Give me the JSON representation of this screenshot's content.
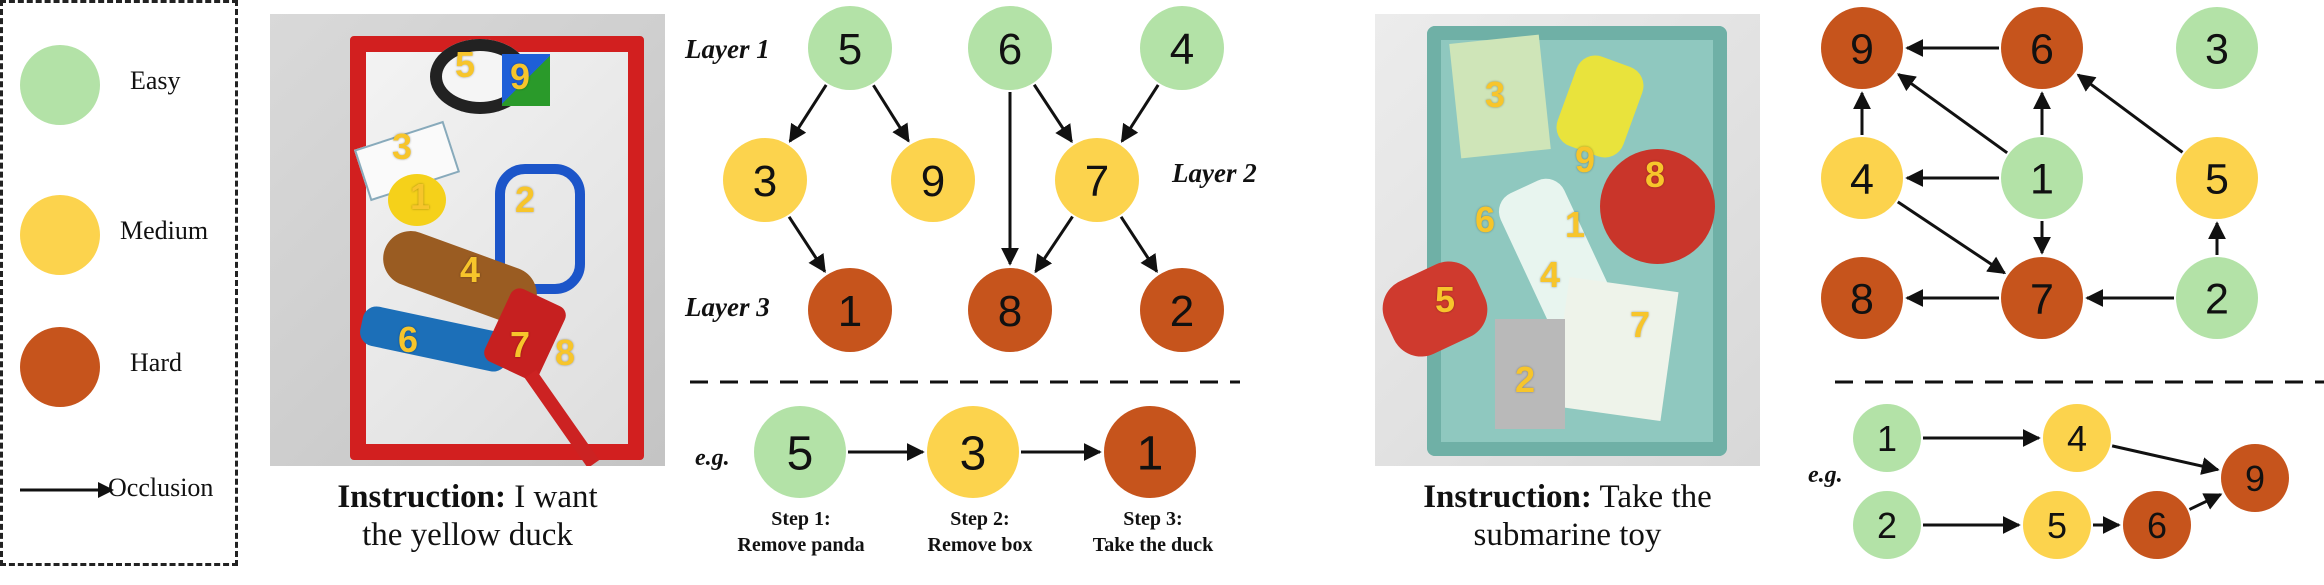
{
  "legend": {
    "items": [
      {
        "label": "Easy",
        "color": "#b3e2a7"
      },
      {
        "label": "Medium",
        "color": "#fcd34d"
      },
      {
        "label": "Hard",
        "color": "#c6541c"
      }
    ],
    "arrow_label": "Occlusion"
  },
  "colors": {
    "easy": "#b3e2a7",
    "medium": "#fcd34d",
    "hard": "#c6541c",
    "arrow": "#111111"
  },
  "left_example": {
    "photo_labels": [
      "5",
      "9",
      "3",
      "1",
      "2",
      "4",
      "6",
      "7",
      "8"
    ],
    "caption_bold": "Instruction:",
    "caption_line1": " I want",
    "caption_line2": "the yellow duck",
    "layers": [
      "Layer 1",
      "Layer 2",
      "Layer 3"
    ],
    "nodes": [
      {
        "id": "5",
        "level": "easy"
      },
      {
        "id": "6",
        "level": "easy"
      },
      {
        "id": "4",
        "level": "easy"
      },
      {
        "id": "3",
        "level": "medium"
      },
      {
        "id": "9",
        "level": "medium"
      },
      {
        "id": "7",
        "level": "medium"
      },
      {
        "id": "1",
        "level": "hard"
      },
      {
        "id": "8",
        "level": "hard"
      },
      {
        "id": "2",
        "level": "hard"
      }
    ],
    "edges": [
      [
        "5",
        "3"
      ],
      [
        "5",
        "9"
      ],
      [
        "6",
        "7"
      ],
      [
        "4",
        "7"
      ],
      [
        "6",
        "8"
      ],
      [
        "3",
        "1"
      ],
      [
        "7",
        "8"
      ],
      [
        "7",
        "2"
      ]
    ],
    "example_prefix": "e.g.",
    "sequence": [
      {
        "id": "5",
        "level": "easy",
        "step": "Step 1:",
        "action": "Remove panda"
      },
      {
        "id": "3",
        "level": "medium",
        "step": "Step 2:",
        "action": "Remove box"
      },
      {
        "id": "1",
        "level": "hard",
        "step": "Step 3:",
        "action": "Take the duck"
      }
    ]
  },
  "right_example": {
    "photo_labels": [
      "3",
      "9",
      "8",
      "6",
      "1",
      "4",
      "5",
      "7",
      "2"
    ],
    "caption_bold": "Instruction:",
    "caption_line1": " Take the",
    "caption_line2": "submarine toy",
    "nodes": [
      {
        "id": "9",
        "level": "hard"
      },
      {
        "id": "6",
        "level": "hard"
      },
      {
        "id": "3",
        "level": "easy"
      },
      {
        "id": "4",
        "level": "medium"
      },
      {
        "id": "1",
        "level": "easy"
      },
      {
        "id": "5",
        "level": "medium"
      },
      {
        "id": "8",
        "level": "hard"
      },
      {
        "id": "7",
        "level": "hard"
      },
      {
        "id": "2",
        "level": "easy"
      }
    ],
    "edges": [
      [
        "6",
        "9"
      ],
      [
        "4",
        "9"
      ],
      [
        "1",
        "9"
      ],
      [
        "1",
        "6"
      ],
      [
        "5",
        "6"
      ],
      [
        "1",
        "4"
      ],
      [
        "1",
        "7"
      ],
      [
        "4",
        "7"
      ],
      [
        "2",
        "7"
      ],
      [
        "7",
        "8"
      ],
      [
        "2",
        "5"
      ]
    ],
    "example_prefix": "e.g.",
    "sequences": [
      [
        {
          "id": "1",
          "level": "easy"
        },
        {
          "id": "4",
          "level": "medium"
        },
        {
          "id": "9",
          "level": "hard"
        }
      ],
      [
        {
          "id": "2",
          "level": "easy"
        },
        {
          "id": "5",
          "level": "medium"
        },
        {
          "id": "6",
          "level": "hard"
        }
      ]
    ]
  }
}
